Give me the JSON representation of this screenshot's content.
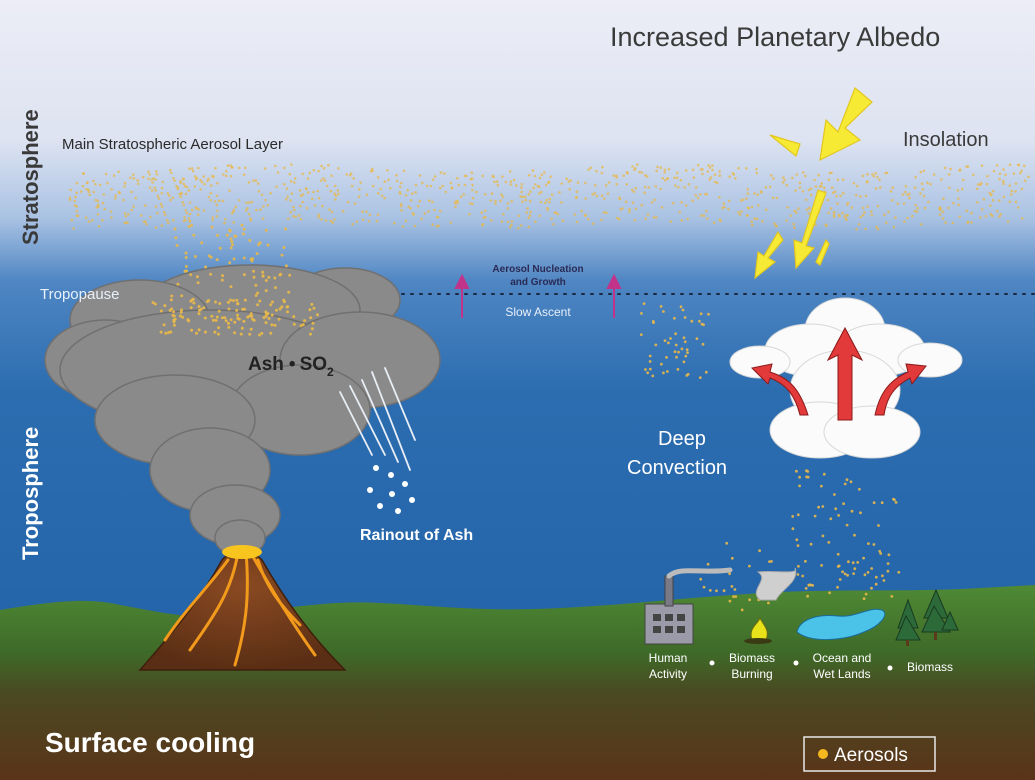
{
  "title": "Increased Planetary Albedo",
  "layers": {
    "stratosphere": "Stratosphere",
    "troposphere": "Troposphere",
    "tropopause": "Tropopause",
    "aerosol_layer": "Main Stratospheric Aerosol Layer"
  },
  "labels": {
    "insolation": "Insolation",
    "ash": "Ash",
    "so": "SO",
    "so_sub": "2",
    "aerosol_nucleation_1": "Aerosol Nucleation",
    "aerosol_nucleation_2": "and Growth",
    "slow_ascent": "Slow Ascent",
    "rainout": "Rainout of Ash",
    "deep_convection_1": "Deep",
    "deep_convection_2": "Convection",
    "surface_cooling": "Surface cooling"
  },
  "sources": [
    {
      "line1": "Human",
      "line2": "Activity"
    },
    {
      "line1": "Biomass",
      "line2": "Burning"
    },
    {
      "line1": "Ocean and",
      "line2": "Wet Lands"
    },
    {
      "line1": "Biomass",
      "line2": ""
    }
  ],
  "legend": {
    "aerosols": "Aerosols"
  },
  "colors": {
    "sky_top": "#e9eaf4",
    "troposphere": "#2e6fb1",
    "ground": "#4e7a2e",
    "soil": "#5a3a1e",
    "aerosol": "#e8b84a",
    "arrow": "#f7e93a",
    "ascent_arrow": "#c2338a"
  }
}
